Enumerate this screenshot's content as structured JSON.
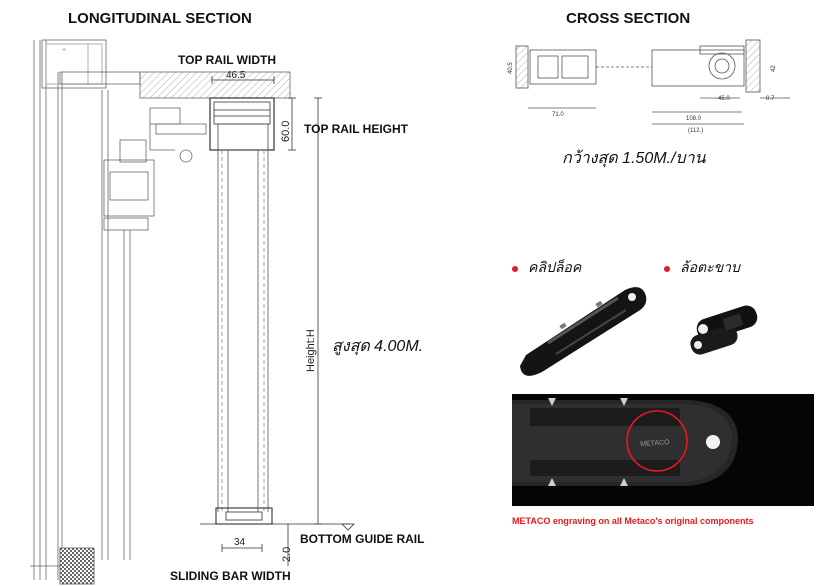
{
  "headings": {
    "longitudinal": "LONGITUDINAL SECTION",
    "cross": "CROSS SECTION"
  },
  "labels": {
    "top_rail_width": "TOP RAIL WIDTH",
    "top_rail_height": "TOP RAIL HEIGHT",
    "bottom_guide_rail": "BOTTOM GUIDE RAIL",
    "sliding_bar_width": "SLIDING BAR WIDTH"
  },
  "dimensions": {
    "top_width": "46.5",
    "top_height": "60.0",
    "height_axis": "Height:H",
    "bottom_width": "34",
    "bottom_height": "2.0",
    "cross_71": "71.0",
    "cross_108": "108.0",
    "cross_112": "(112.)",
    "cross_45": "45.0",
    "cross_07": "0.7",
    "cross_42": "42",
    "cross_40": "40.5"
  },
  "notes": {
    "max_height": "สูงสุด 4.00M.",
    "max_width": "กว้างสุด 1.50M./บาน",
    "clip_lock": "คลิปล็อค",
    "wheel": "ล้อตะขาบ",
    "engraving_caption": "METACO engraving on all Metaco's original components",
    "engraving_mark": "METACO"
  },
  "colors": {
    "accent_red": "#e8191f",
    "line": "#555555"
  }
}
